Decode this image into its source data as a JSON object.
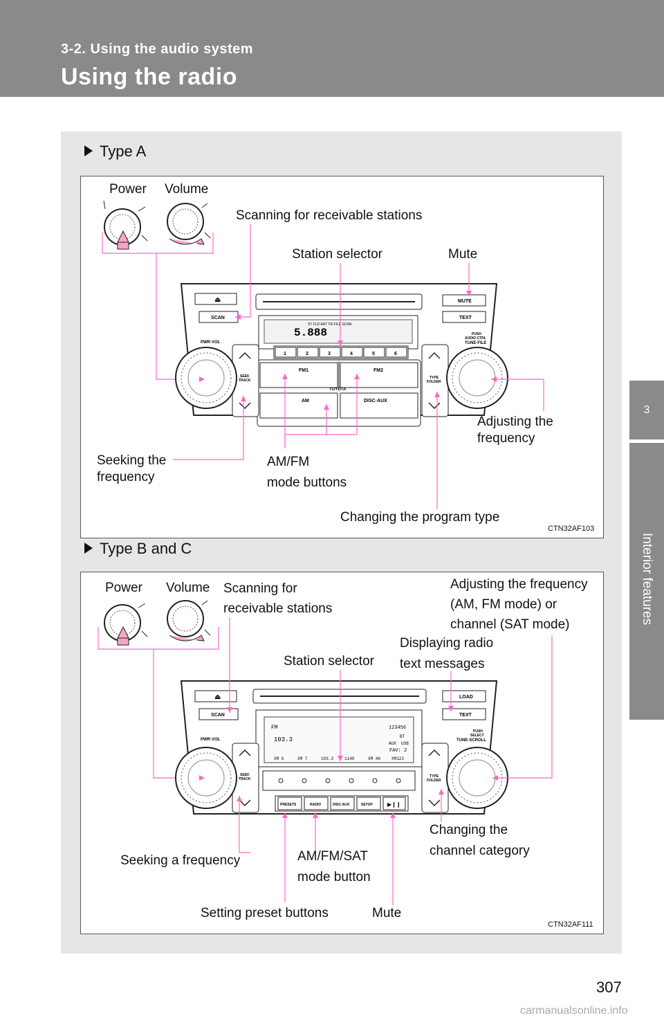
{
  "header": {
    "section": "3-2. Using the audio system",
    "title": "Using the radio"
  },
  "side_tab": {
    "number": "3",
    "chapter": "Interior features"
  },
  "type_a": {
    "heading": "Type A",
    "labels": {
      "power": "Power",
      "volume": "Volume",
      "scan": "Scanning for receivable stations",
      "station_selector": "Station selector",
      "mute": "Mute",
      "adjusting_1": "Adjusting the",
      "adjusting_2": "frequency",
      "seeking_1": "Seeking the",
      "seeking_2": "frequency",
      "amfm_1": "AM/FM",
      "amfm_2": "mode buttons",
      "program_type": "Changing the program type"
    },
    "code": "CTN32AF103",
    "device": {
      "eject": "⏏",
      "scan": "SCAN",
      "pwr_vol": "PWR·VOL",
      "mute": "MUTE",
      "text": "TEXT",
      "push_1": "PUSH",
      "push_2": "AUDIO CTRL",
      "push_3": "TUNE·FILE",
      "seek_1": "SEEK",
      "seek_2": "TRACK",
      "type_1": "TYPE",
      "type_2": "FOLDER",
      "presets": [
        "1",
        "2",
        "3",
        "4",
        "5",
        "6"
      ],
      "fm1": "FM1",
      "fm2": "FM2",
      "toyota": "TOYOTA",
      "am": "AM",
      "disc_aux": "DISC·AUX",
      "display": "5.888",
      "display_tags": "ST   FLD  ART  TR  FILE        SCAN"
    }
  },
  "type_bc": {
    "heading": "Type B and C",
    "labels": {
      "power": "Power",
      "volume": "Volume",
      "scan_1": "Scanning for",
      "scan_2": "receivable stations",
      "adjust_1": "Adjusting the frequency",
      "adjust_2": "(AM, FM mode) or",
      "adjust_3": "channel (SAT mode)",
      "display_1": "Displaying radio",
      "display_2": "text messages",
      "station_selector": "Station selector",
      "channel_1": "Changing the",
      "channel_2": "channel category",
      "seeking": "Seeking a frequency",
      "amfmsat_1": "AM/FM/SAT",
      "amfmsat_2": "mode button",
      "setting": "Setting preset buttons",
      "mute": "Mute"
    },
    "code": "CTN32AF111",
    "device": {
      "eject": "⏏",
      "scan": "SCAN",
      "pwr_vol": "PWR·VOL",
      "load": "LOAD",
      "text": "TEXT",
      "push_1": "PUSH",
      "push_2": "SELECT",
      "push_3": "TUNE·SCROLL",
      "seek_1": "SEEK",
      "seek_2": "TRACK",
      "type_1": "TYPE",
      "type_2": "FOLDER",
      "screen_mode": "FM",
      "screen_freq": "103.3",
      "screen_nums": "123456",
      "screen_bt": "BT",
      "screen_aux": "AUX",
      "screen_usb": "USB",
      "screen_fav": "FAV: 2",
      "screen_row": [
        "XM 6",
        "XM 7",
        "103.3",
        "1140",
        "XM 46",
        "XM123"
      ],
      "presets": "PRESETS",
      "radio": "RADIO",
      "disc_aux": "DISC·AUX",
      "setup": "SETUP",
      "play": "▶❙❙"
    }
  },
  "page_number": "307",
  "watermark": "carmanualsonline.info",
  "colors": {
    "header_bg": "#8a8a8a",
    "content_bg": "#e6e6e6",
    "leader": "#ff66cc"
  }
}
